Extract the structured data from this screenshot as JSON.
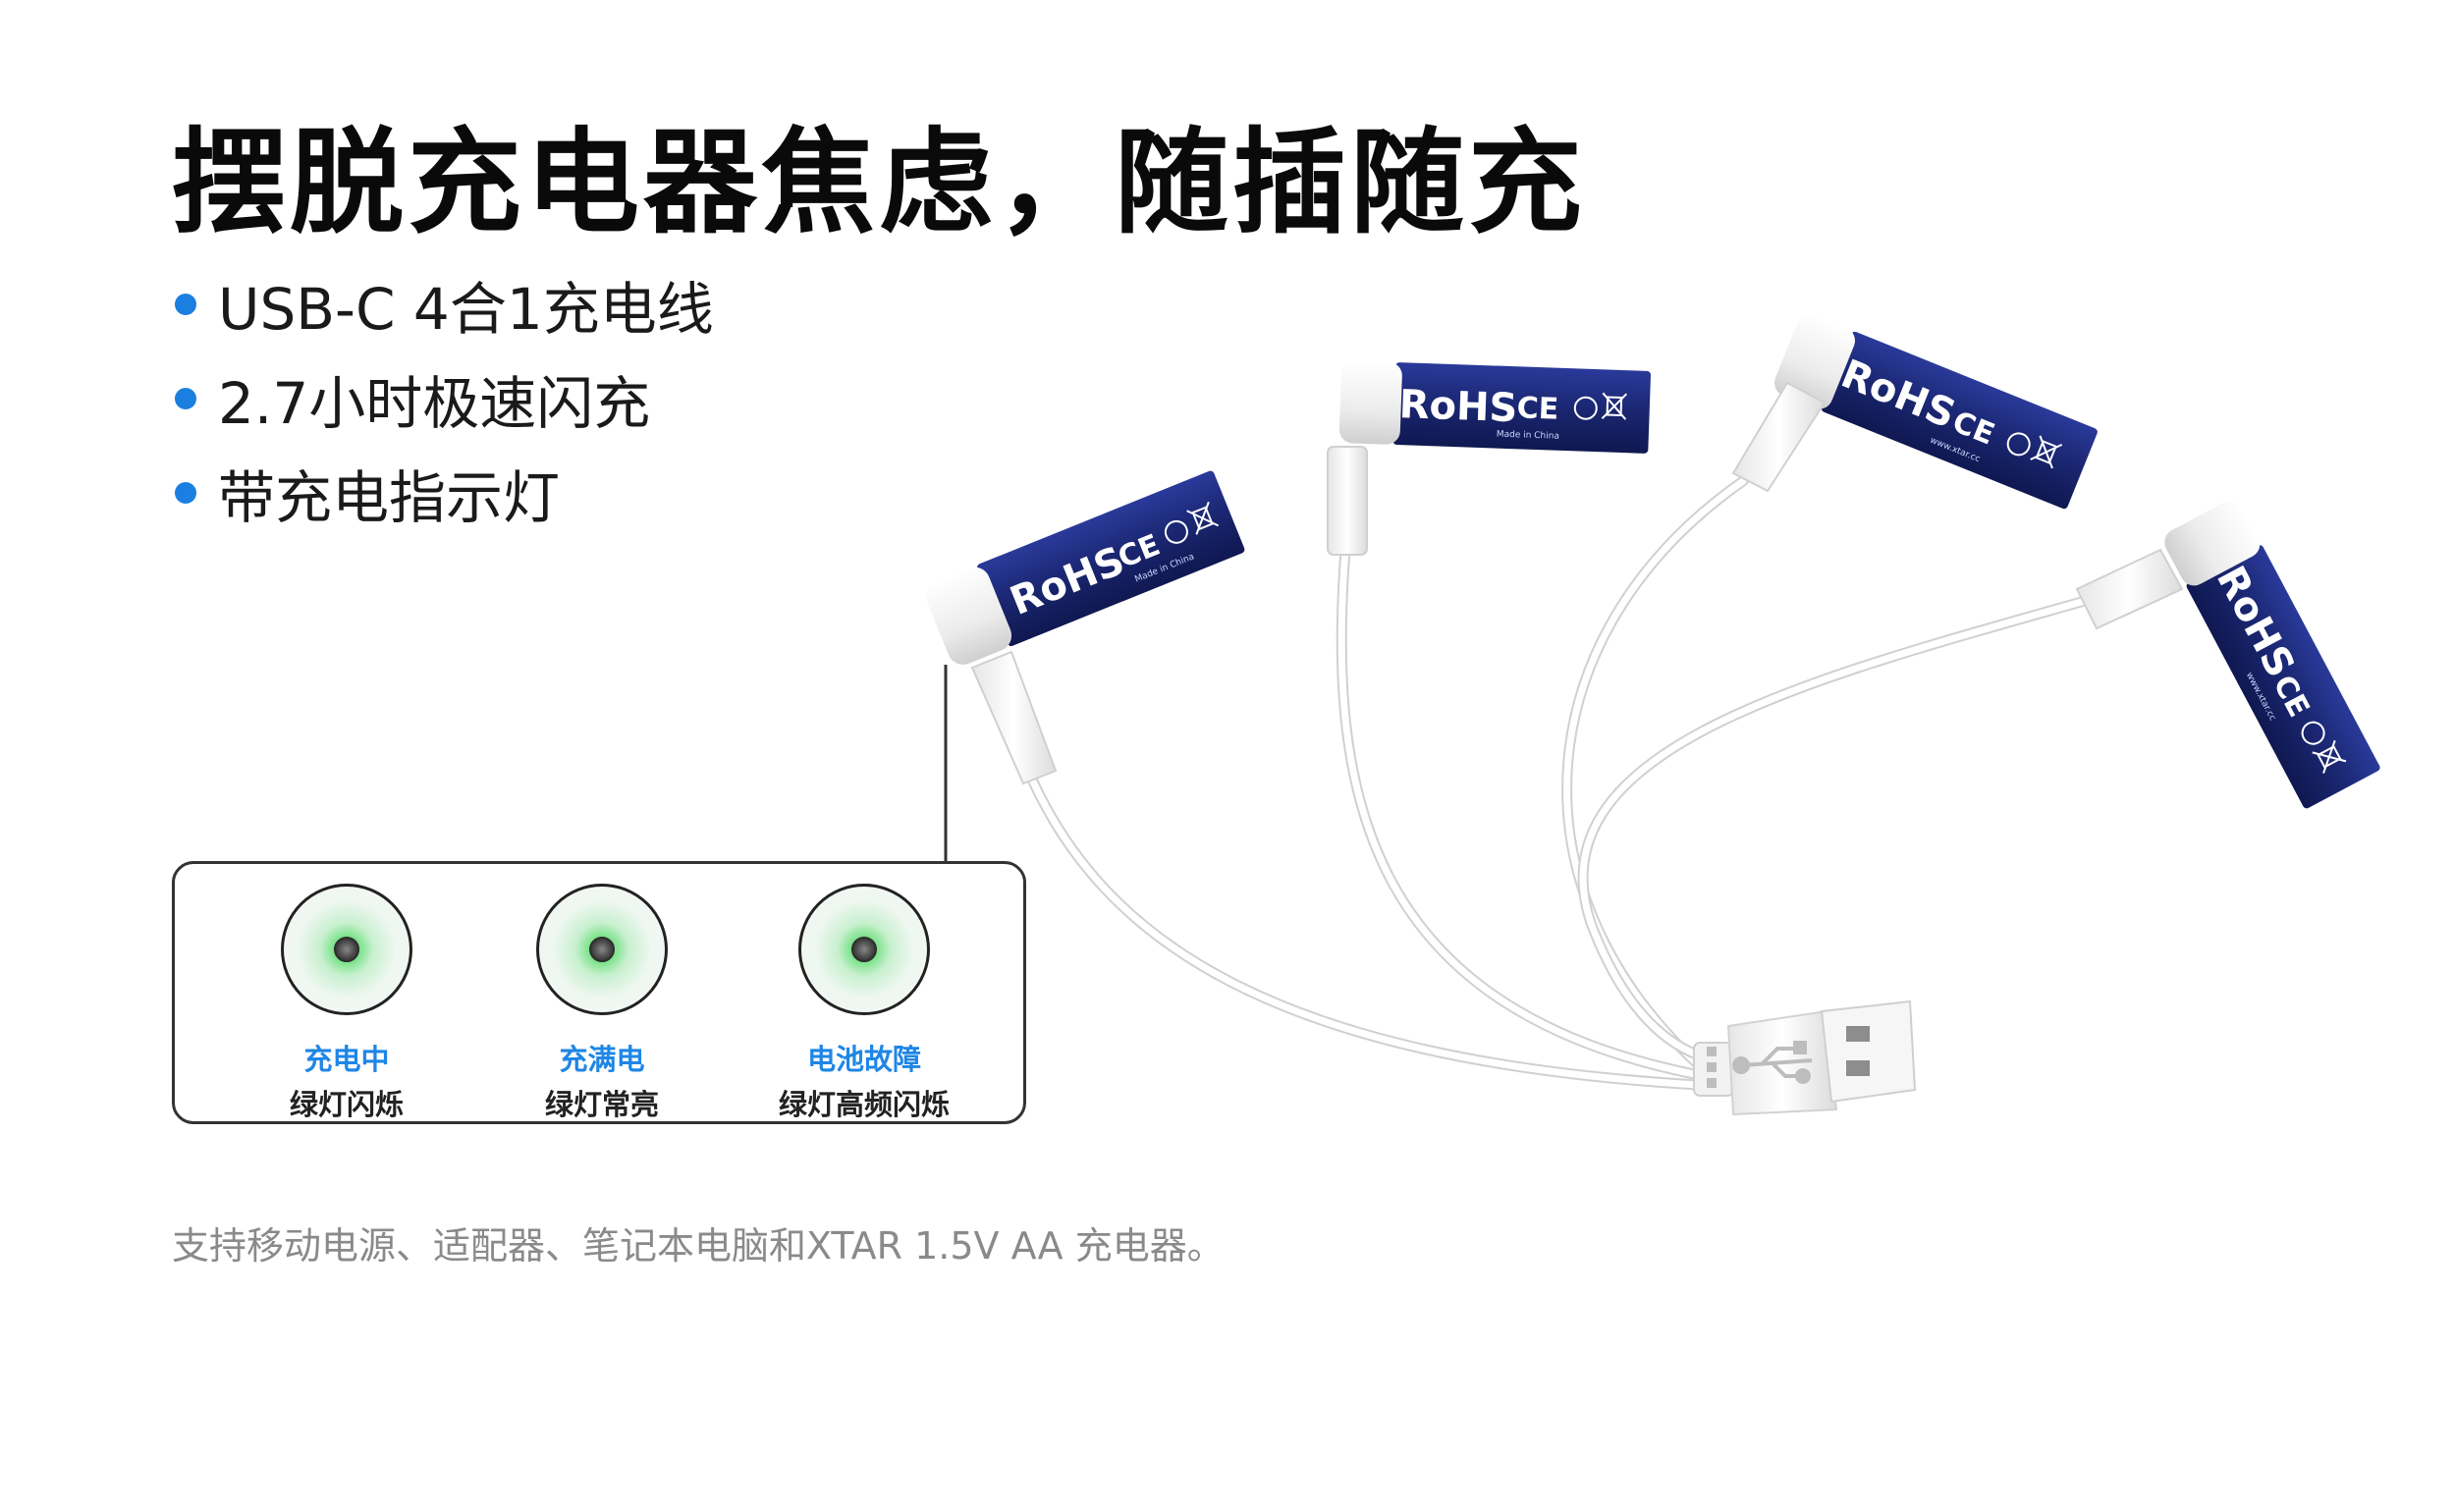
{
  "headline": "摆脱充电器焦虑，随插随充",
  "features": [
    "USB-C 4合1充电线",
    "2.7小时极速闪充",
    "带充电指示灯"
  ],
  "indicators": [
    {
      "state": "充电中",
      "desc": "绿灯闪烁"
    },
    {
      "state": "充满电",
      "desc": "绿灯常亮"
    },
    {
      "state": "电池故障",
      "desc": "绿灯高频闪烁"
    }
  ],
  "footnote": "支持移动电源、适配器、笔记本电脑和XTAR 1.5V AA 充电器。",
  "battery_label": {
    "rohs": "RoHS",
    "ce": "CE",
    "made_in": "Made in China",
    "site": "www.xtar.cc"
  },
  "colors": {
    "accent_blue": "#1a7fe0",
    "battery_blue": "#1d2a7a",
    "led_green": "#3ad65a",
    "footnote_gray": "#8a8a8a"
  },
  "icons": {
    "usb_symbol": "usb-icon",
    "recycle": "recycle-icon",
    "bin": "crossed-bin-icon"
  }
}
